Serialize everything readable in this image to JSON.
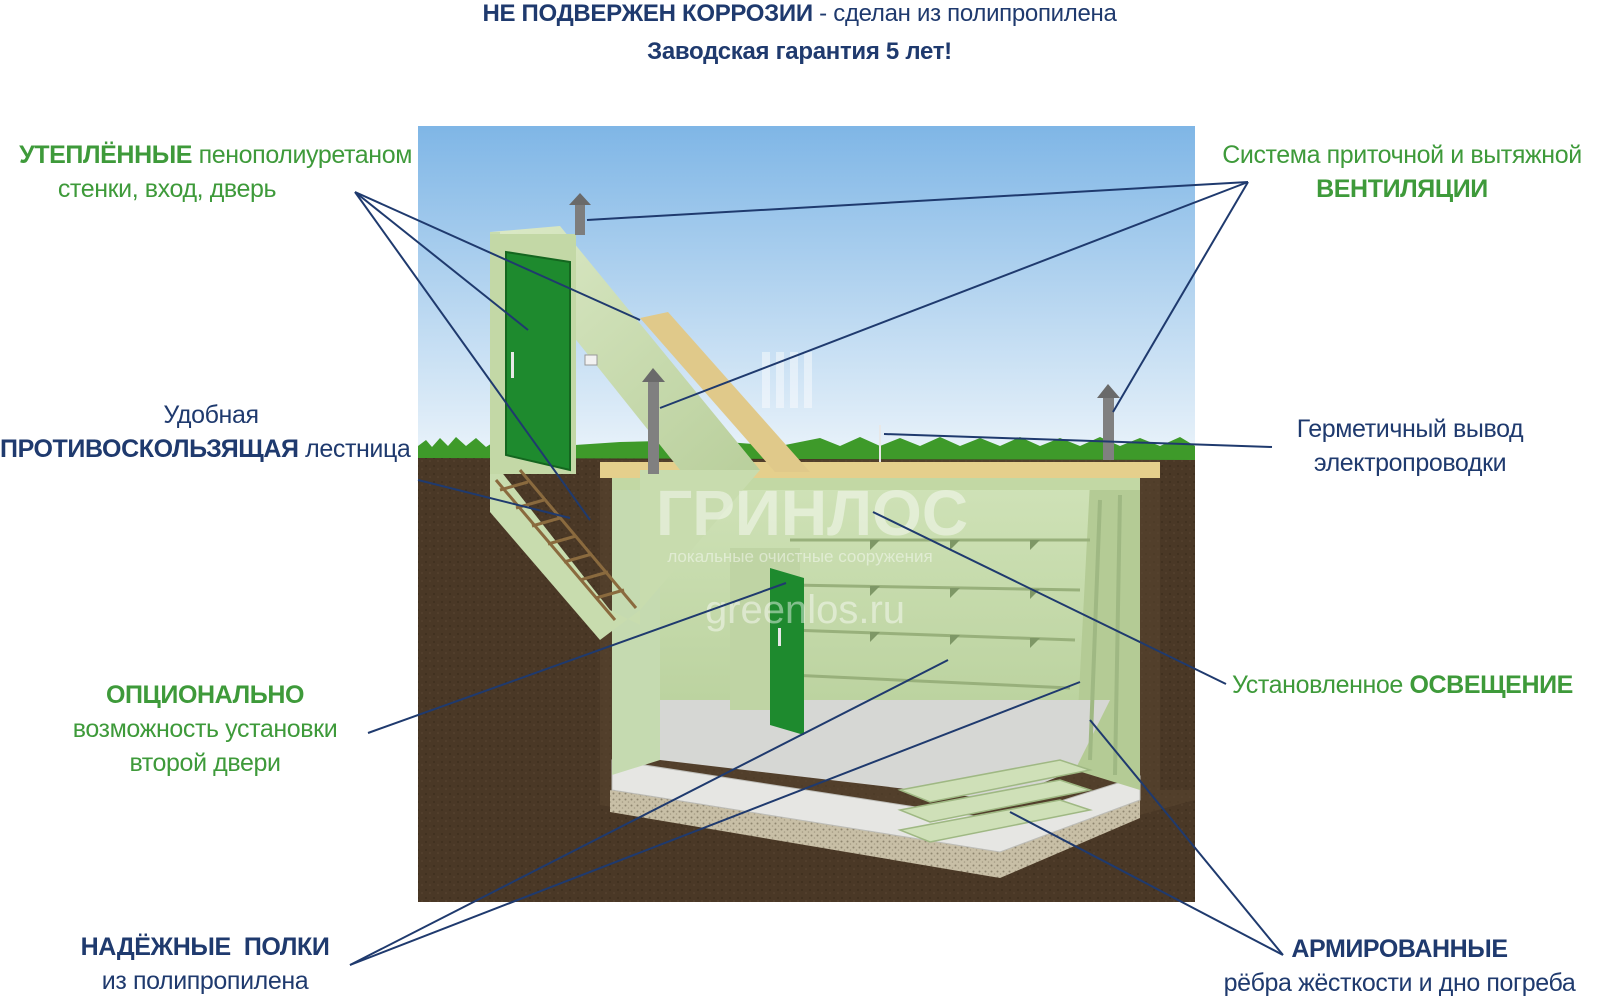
{
  "header": {
    "line1_bold": "НЕ ПОДВЕРЖЕН КОРРОЗИИ",
    "line1_rest": "  - сделан из полипропилена",
    "line2": "Заводская гарантия 5 лет!"
  },
  "labels": {
    "insulated": {
      "caps": "УТЕПЛЁННЫЕ",
      "rest": " пенополиуретаном",
      "line2": "стенки, вход, дверь"
    },
    "ladder": {
      "line1": "Удобная",
      "caps": "ПРОТИВОСКОЛЬЗЯЩАЯ",
      "rest": " лестница"
    },
    "optional": {
      "line1": "ОПЦИОНАЛЬНО",
      "line2": "возможность установки",
      "line3": "второй двери"
    },
    "shelves": {
      "line1": "НАДЁЖНЫЕ  ПОЛКИ",
      "line2": "из полипропилена"
    },
    "ventilation": {
      "line1": "Система приточной и вытяжной",
      "line2": "ВЕНТИЛЯЦИИ"
    },
    "wiring": {
      "line1": "Герметичный вывод",
      "line2": "электропроводки"
    },
    "lighting": {
      "rest": "Установленное ",
      "caps": "ОСВЕЩЕНИЕ"
    },
    "ribs": {
      "line1": "АРМИРОВАННЫЕ",
      "line2": "рёбра жёсткости и дно погреба"
    }
  },
  "watermark": {
    "brand": "ГРИНЛОС",
    "tagline": "локальные очистные сооружения",
    "site": "greenlos.ru"
  },
  "colors": {
    "navy": "#1f3a6e",
    "green_text": "#3e9a3a",
    "door_green": "#1e8a2e",
    "plastic": "#c9dcb0",
    "soil": "#4a3826",
    "sky_top": "#7fb6e6",
    "sky_bottom": "#eaf3fa"
  }
}
